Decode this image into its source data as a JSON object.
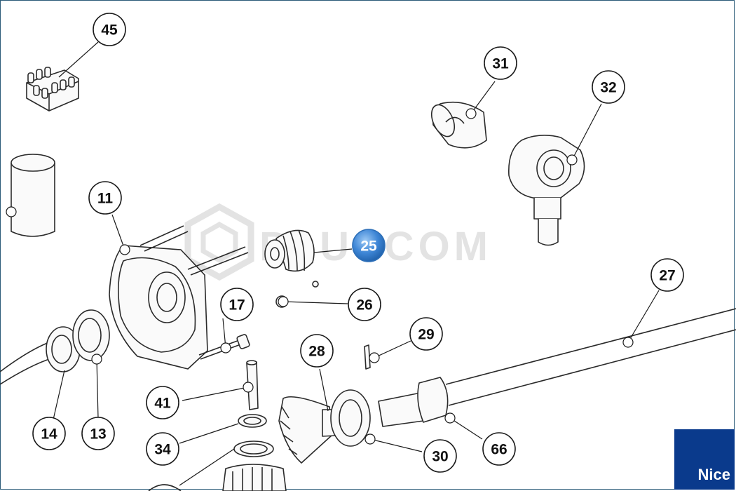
{
  "watermark": {
    "text": "PLUSCOM"
  },
  "brand": {
    "label": "Nice"
  },
  "callouts": [
    {
      "id": "45",
      "active": false
    },
    {
      "id": "31",
      "active": false
    },
    {
      "id": "32",
      "active": false
    },
    {
      "id": "11",
      "active": false
    },
    {
      "id": "25",
      "active": true
    },
    {
      "id": "27",
      "active": false
    },
    {
      "id": "17",
      "active": false
    },
    {
      "id": "26",
      "active": false
    },
    {
      "id": "29",
      "active": false
    },
    {
      "id": "28",
      "active": false
    },
    {
      "id": "41",
      "active": false
    },
    {
      "id": "14",
      "active": false
    },
    {
      "id": "13",
      "active": false
    },
    {
      "id": "34",
      "active": false
    },
    {
      "id": "30",
      "active": false
    },
    {
      "id": "66",
      "active": false
    }
  ],
  "colors": {
    "accent": "#2d6fb8",
    "brand_bg": "#0a3a8c",
    "frame": "#2b5b78"
  }
}
